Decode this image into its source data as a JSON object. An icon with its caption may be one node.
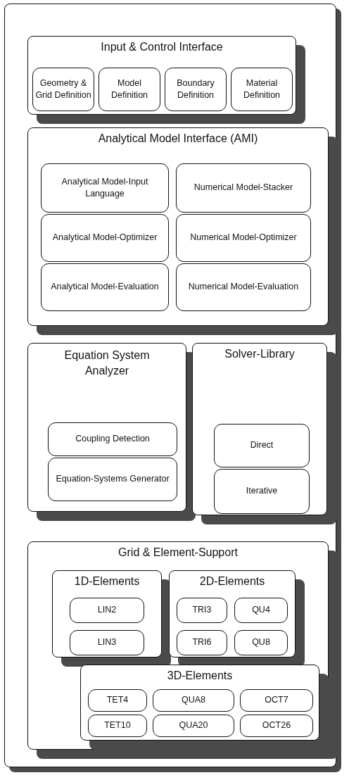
{
  "diagram": {
    "nodes": [
      {
        "text": [],
        "shape": "box"
      },
      {
        "text": [
          "Input & Control Interface"
        ],
        "in": 0
      },
      {
        "text": [
          "Geometry & Grid Definition"
        ],
        "in": 1
      },
      {
        "text": [
          "Model Definition"
        ],
        "in": 1
      },
      {
        "text": [
          "Boundary Definition"
        ],
        "in": 1
      },
      {
        "text": [
          "Material Definition"
        ],
        "in": 1
      },
      {
        "text": [
          "Analytical Model Interface (AMI)"
        ],
        "in": 0
      },
      {
        "text": [
          "Analytical Model-Input Language"
        ],
        "in": 6
      },
      {
        "text": [
          "Numerical Model-Stacker"
        ],
        "in": 6
      },
      {
        "text": [
          "Analytical Model-Optimizer"
        ],
        "in": 6
      },
      {
        "text": [
          "Numerical Model-Optimizer"
        ],
        "in": 6
      },
      {
        "text": [
          "Analytical Model-Evaluation"
        ],
        "in": 6
      },
      {
        "text": [
          "Numerical Model-Evaluation"
        ],
        "in": 6
      },
      {
        "text": [
          "Equation System Analyzer"
        ],
        "in": 0
      },
      {
        "text": [
          "Coupling Detection"
        ],
        "in": 13
      },
      {
        "text": [
          "Equation-Systems Generator"
        ],
        "in": 13
      },
      {
        "text": [
          "Solver-Library"
        ],
        "in": 0
      },
      {
        "text": [
          "Direct"
        ],
        "in": 16
      },
      {
        "text": [
          "Iterative"
        ],
        "in": 16
      },
      {
        "text": [
          "Grid & Element-Support"
        ],
        "in": 0
      },
      {
        "text": [
          "1D-Elements"
        ],
        "in": 19
      },
      {
        "text": [
          "LIN2"
        ],
        "in": 20
      },
      {
        "text": [
          "LIN3"
        ],
        "in": 20
      },
      {
        "text": [
          "2D-Elements"
        ],
        "in": 19
      },
      {
        "text": [
          "TRI3"
        ],
        "in": 23
      },
      {
        "text": [
          "QU4"
        ],
        "in": 23
      },
      {
        "text": [
          "TRI6"
        ],
        "in": 23
      },
      {
        "text": [
          "QU8"
        ],
        "in": 23
      },
      {
        "text": [
          "3D-Elements"
        ],
        "in": 19
      },
      {
        "text": [
          "TET4"
        ],
        "in": 28
      },
      {
        "text": [
          "QUA8"
        ],
        "in": 28
      },
      {
        "text": [
          "OCT7"
        ],
        "in": 28
      },
      {
        "text": [
          "TET10"
        ],
        "in": 28
      },
      {
        "text": [
          "QUA20"
        ],
        "in": 28
      },
      {
        "text": [
          "OCT26"
        ],
        "in": 28
      }
    ]
  }
}
